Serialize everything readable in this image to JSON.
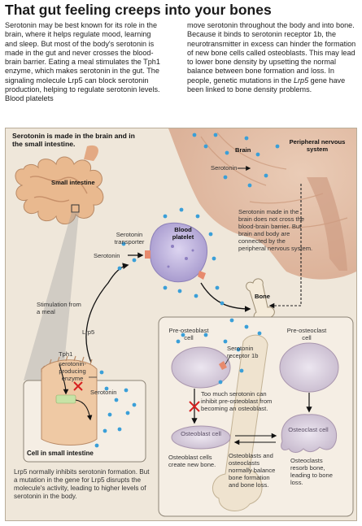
{
  "title": "That gut feeling creeps into your bones",
  "intro": {
    "left": "Serotonin may be best known for its role in the brain, where it helps regulate mood, learning and sleep. But most of the body's serotonin is made in the gut and never crosses the blood-brain barrier. Eating a meal stimulates the Tph1 enzyme, which makes serotonin in the gut. The signaling molecule Lrp5 can block serotonin production, helping to regulate serotonin levels. Blood platelets",
    "right_1": "move serotonin throughout the body and into bone. Because it binds to serotonin receptor 1b, the neurotransmitter in excess can hinder the formation of new bone cells called osteoblasts. This may lead to lower bone density by upsetting the normal balance between bone formation and loss. In people, genetic mutations in the ",
    "right_gene": "Lrp5",
    "right_2": " gene have been linked to bone density problems."
  },
  "diagram": {
    "heading": "Serotonin is made in the brain and in the small intestine.",
    "small_intestine": "Small intestine",
    "brain": "Brain",
    "serotonin_brain": "Serotonin",
    "peripheral": "Peripheral nervous system",
    "brain_note": "Serotonin made in the brain does not cross the blood-brain barrier. But brain and body are connected by the peripheral nervous system.",
    "serotonin_transporter": "Serotonin transporter",
    "blood_platelet": "Blood platelet",
    "serotonin_mid": "Serotonin",
    "bone": "Bone",
    "stimulation": "Stimulation from a meal",
    "lrp5": "Lrp5",
    "tph1": "Tph1",
    "enzyme": "serotonin-producing enzyme",
    "serotonin_cell": "Serotonin",
    "cell_caption": "Cell in small intestine",
    "pre_osteoblast": "Pre-osteoblast cell",
    "pre_osteoclast": "Pre-osteoclast cell",
    "receptor": "Serotonin receptor 1b",
    "inhibit_note": "Too much serotonin can inhibit pre-osteoblast from becoming an osteoblast.",
    "osteoblast": "Osteoblast cell",
    "osteoclast": "Osteoclast cell",
    "osteoblast_note": "Osteoblast cells create new bone.",
    "balance_note": "Osteoblasts and osteoclasts normally balance bone formation and bone loss.",
    "osteoclast_note": "Osteoclasts resorb bone, leading to bone loss.",
    "bottom_left_note": "Lrp5 normally inhibits serotonin formation. But a mutation in the gene for Lrp5 disrupts the molecule's activity, leading to higher levels of serotonin in the body."
  },
  "colors": {
    "serotonin_dot": "#3a9fd8",
    "panel_bg": "#efe7da",
    "platelet": "#c7bde2",
    "intestine": "#e8b48c",
    "tph1": "#c7e3a6",
    "inhibit": "#d62020"
  }
}
